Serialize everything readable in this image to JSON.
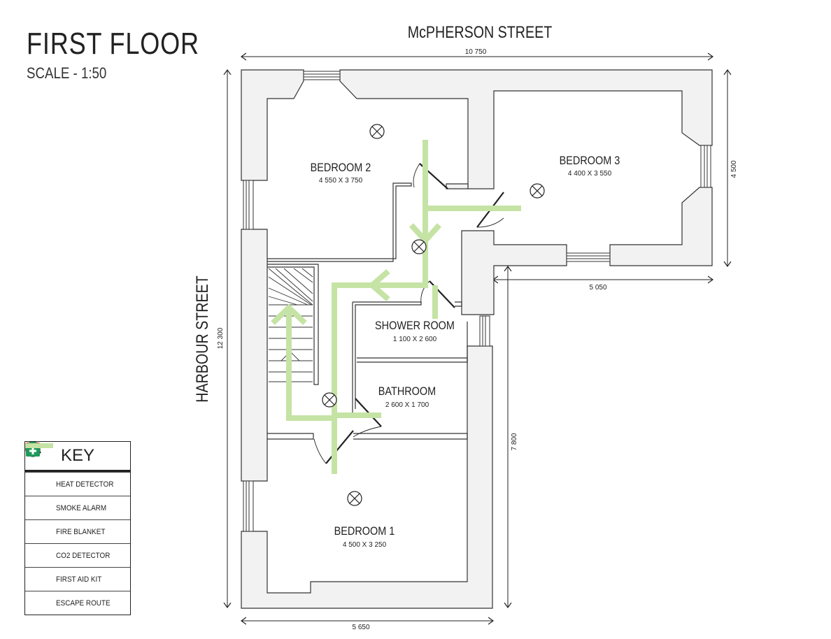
{
  "heading": {
    "title": "FIRST FLOOR",
    "scale": "SCALE - 1:50"
  },
  "streets": {
    "top": "McPHERSON STREET",
    "left": "HARBOUR STREET"
  },
  "dimensions": {
    "top": "10 750",
    "left": "12 300",
    "right": "4 500",
    "middle": "5 050",
    "right_lower": "7 800",
    "bottom": "5 650"
  },
  "rooms": {
    "bedroom2": {
      "name": "BEDROOM 2",
      "size": "4 550 X 3 750"
    },
    "bedroom3": {
      "name": "BEDROOM 3",
      "size": "4 400 X 3 550"
    },
    "shower": {
      "name": "SHOWER ROOM",
      "size": "1 100 X 2 600"
    },
    "bathroom": {
      "name": "BATHROOM",
      "size": "2 600 X 1 700"
    },
    "bedroom1": {
      "name": "BEDROOM 1",
      "size": "4 500 X 3 250"
    }
  },
  "key": {
    "title": "KEY",
    "items": [
      {
        "label": "HEAT DETECTOR",
        "icon": "heat-detector-icon"
      },
      {
        "label": "SMOKE ALARM",
        "icon": "smoke-alarm-icon"
      },
      {
        "label": "FIRE BLANKET",
        "icon": "fire-blanket-icon"
      },
      {
        "label": "CO2 DETECTOR",
        "icon": "co2-detector-icon"
      },
      {
        "label": "FIRST AID KIT",
        "icon": "first-aid-kit-icon"
      },
      {
        "label": "ESCAPE ROUTE",
        "icon": "escape-route-icon"
      }
    ]
  },
  "colors": {
    "wall_fill": "#f2f2f3",
    "wall_stroke": "#333333",
    "escape_route": "#c5e3a4",
    "fire_blanket": "#e0312f",
    "first_aid": "#1f9a5a"
  }
}
